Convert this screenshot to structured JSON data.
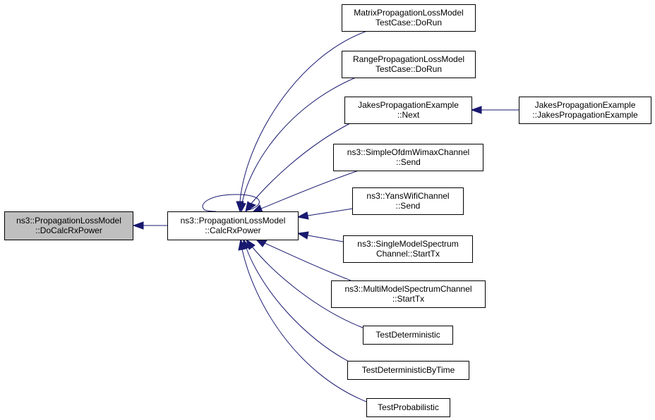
{
  "graph": {
    "nodes": [
      {
        "id": "focus",
        "lines": [
          "ns3::PropagationLossModel",
          "::DoCalcRxPower"
        ],
        "highlight": true
      },
      {
        "id": "calc",
        "lines": [
          "ns3::PropagationLossModel",
          "::CalcRxPower"
        ]
      },
      {
        "id": "matrix",
        "lines": [
          "MatrixPropagationLossModel",
          "TestCase::DoRun"
        ]
      },
      {
        "id": "range",
        "lines": [
          "RangePropagationLossModel",
          "TestCase::DoRun"
        ]
      },
      {
        "id": "jnext",
        "lines": [
          "JakesPropagationExample",
          "::Next"
        ]
      },
      {
        "id": "jctor",
        "lines": [
          "JakesPropagationExample",
          "::JakesPropagationExample"
        ]
      },
      {
        "id": "ofdm",
        "lines": [
          "ns3::SimpleOfdmWimaxChannel",
          "::Send"
        ]
      },
      {
        "id": "yans",
        "lines": [
          "ns3::YansWifiChannel",
          "::Send"
        ]
      },
      {
        "id": "single",
        "lines": [
          "ns3::SingleModelSpectrum",
          "Channel::StartTx"
        ]
      },
      {
        "id": "multi",
        "lines": [
          "ns3::MultiModelSpectrumChannel",
          "::StartTx"
        ]
      },
      {
        "id": "tdet",
        "lines": [
          "TestDeterministic"
        ]
      },
      {
        "id": "tdettime",
        "lines": [
          "TestDeterministicByTime"
        ]
      },
      {
        "id": "tprob",
        "lines": [
          "TestProbabilistic"
        ]
      }
    ],
    "edges": [
      {
        "from": "calc",
        "to": "focus"
      },
      {
        "from": "calc",
        "to": "calc"
      },
      {
        "from": "matrix",
        "to": "calc"
      },
      {
        "from": "range",
        "to": "calc"
      },
      {
        "from": "jnext",
        "to": "calc"
      },
      {
        "from": "jctor",
        "to": "jnext"
      },
      {
        "from": "ofdm",
        "to": "calc"
      },
      {
        "from": "yans",
        "to": "calc"
      },
      {
        "from": "single",
        "to": "calc"
      },
      {
        "from": "multi",
        "to": "calc"
      },
      {
        "from": "tdet",
        "to": "calc"
      },
      {
        "from": "tdettime",
        "to": "calc"
      },
      {
        "from": "tprob",
        "to": "calc"
      }
    ],
    "colors": {
      "edge": "#191970",
      "focus_fill": "#bfbfbf",
      "node_fill": "#ffffff",
      "border": "#000000"
    }
  }
}
